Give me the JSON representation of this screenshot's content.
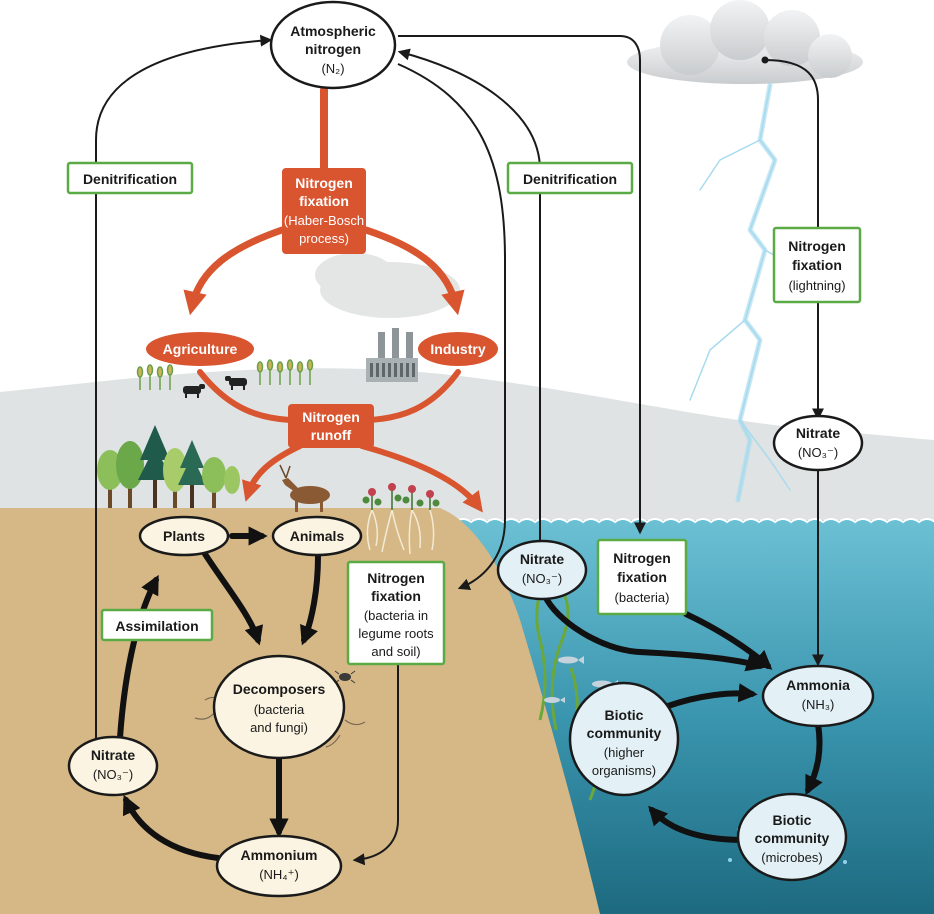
{
  "colors": {
    "soil": "#d6b887",
    "sky_land": "#dfe3e3",
    "water_top": "#5fb7cc",
    "water_deep": "#1f6f86",
    "human": "#d9552f",
    "natural_box_border": "#5aaa45",
    "arrow": "#1a1a1a",
    "oval_land_fill": "#fbf4e2",
    "oval_water_fill": "#e3f1f6",
    "lightning": "#a9dbee"
  },
  "nodes": {
    "atmospheric": {
      "line1": "Atmospheric",
      "line2": "nitrogen",
      "formula": "(N₂)"
    },
    "plants": {
      "label": "Plants"
    },
    "animals": {
      "label": "Animals"
    },
    "decomposers": {
      "line1": "Decomposers",
      "line2": "(bacteria",
      "line3": "and fungi)"
    },
    "nitrate_land": {
      "line1": "Nitrate",
      "formula": "(NO₃⁻)"
    },
    "ammonium": {
      "line1": "Ammonium",
      "formula": "(NH₄⁺)"
    },
    "nitrate_water": {
      "line1": "Nitrate",
      "formula": "(NO₃⁻)"
    },
    "nitrate_sky": {
      "line1": "Nitrate",
      "formula": "(NO₃⁻)"
    },
    "ammonia": {
      "line1": "Ammonia",
      "formula": "(NH₃)"
    },
    "biotic_higher": {
      "line1": "Biotic",
      "line2": "community",
      "line3": "(higher",
      "line4": "organisms)"
    },
    "biotic_microbes": {
      "line1": "Biotic",
      "line2": "community",
      "line3": "(microbes)"
    }
  },
  "processes": {
    "denitrification_left": "Denitrification",
    "denitrification_right": "Denitrification",
    "assimilation": "Assimilation",
    "fixation_lightning": {
      "line1": "Nitrogen",
      "line2": "fixation",
      "line3": "(lightning)"
    },
    "fixation_bacteria_water": {
      "line1": "Nitrogen",
      "line2": "fixation",
      "line3": "(bacteria)"
    },
    "fixation_legume": {
      "line1": "Nitrogen",
      "line2": "fixation",
      "line3": "(bacteria in",
      "line4": "legume roots",
      "line5": "and soil)"
    }
  },
  "human": {
    "haber": {
      "line1": "Nitrogen",
      "line2": "fixation",
      "line3": "(Haber-Bosch",
      "line4": "process)"
    },
    "agriculture": "Agriculture",
    "industry": "Industry",
    "runoff": {
      "line1": "Nitrogen",
      "line2": "runoff"
    }
  },
  "icons": [
    "cloud-icon",
    "lightning-icon",
    "factory-icon",
    "tree-icon",
    "crop-icon",
    "cow-icon",
    "deer-icon",
    "clover-icon",
    "fish-icon",
    "seaweed-icon",
    "insect-icon",
    "microbe-icon"
  ]
}
